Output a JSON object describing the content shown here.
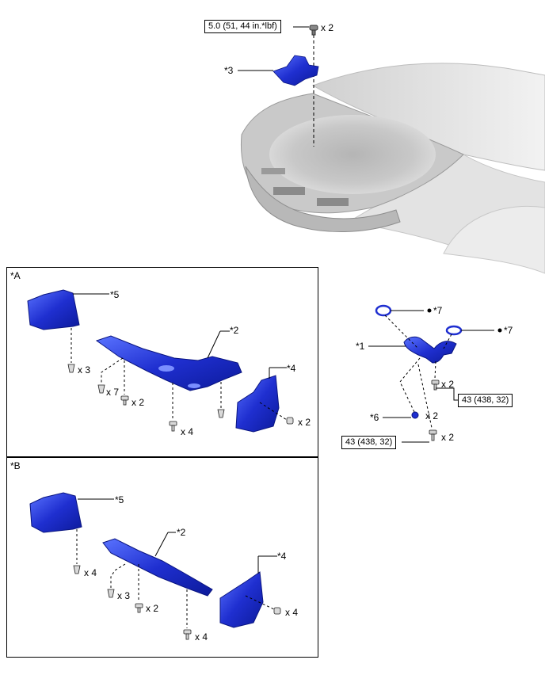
{
  "colors": {
    "part_blue": "#1f2fd0",
    "part_blue_light": "#4a63f0",
    "part_blue_dark": "#0c1a9a",
    "line": "#000000",
    "vehicle_gray": "#d6d6d6"
  },
  "top": {
    "torque": "5.0 (51, 44 in.*lbf)",
    "bolt_qty": "x 2",
    "part_label": "*3"
  },
  "section_a": {
    "label": "*A",
    "parts": {
      "p5": "*5",
      "p2": "*2",
      "p4": "*4"
    },
    "qty": {
      "q3": "x 3",
      "q7": "x 7",
      "q2a": "x 2",
      "q4": "x 4",
      "q2b": "x 2"
    }
  },
  "section_b": {
    "label": "*B",
    "parts": {
      "p5": "*5",
      "p2": "*2",
      "p4": "*4"
    },
    "qty": {
      "q4a": "x 4",
      "q3": "x 3",
      "q2": "x 2",
      "q4b": "x 4",
      "q4c": "x 4"
    }
  },
  "right": {
    "part1": "*1",
    "part7a": "*7",
    "part7b": "*7",
    "part6": "*6",
    "qty_bolt_upper": "x 2",
    "qty_6": "x 2",
    "qty_bolt_lower": "x 2",
    "torque_upper": "43 (438, 32)",
    "torque_lower": "43 (438, 32)"
  }
}
